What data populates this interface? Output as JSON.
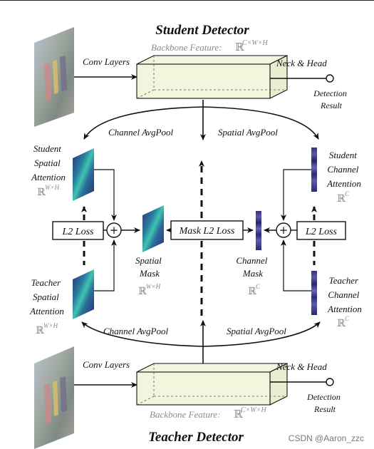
{
  "student": {
    "title": "Student Detector",
    "backbone_label": "Backbone Feature:",
    "backbone_space": "ℝ",
    "backbone_dims": "C×W×H",
    "conv_layers": "Conv Layers",
    "neck_head": "Neck & Head",
    "detection_result": [
      "Detection",
      "Result"
    ],
    "channel_avgpool": "Channel AvgPool",
    "spatial_avgpool": "Spatial AvgPool",
    "spatial_attention": {
      "lines": [
        "Student",
        "Spatial",
        "Attention"
      ],
      "space": "ℝ",
      "dims": "W×H"
    },
    "channel_attention": {
      "lines": [
        "Student",
        "Channel",
        "Attention"
      ],
      "space": "ℝ",
      "dims": "C"
    }
  },
  "teacher": {
    "title": "Teacher Detector",
    "backbone_label": "Backbone Feature:",
    "backbone_space": "ℝ",
    "backbone_dims": "C×W×H",
    "conv_layers": "Conv Layers",
    "neck_head": "Neck & Head",
    "detection_result": [
      "Detection",
      "Result"
    ],
    "channel_avgpool": "Channel AvgPool",
    "spatial_avgpool": "Spatial AvgPool",
    "spatial_attention": {
      "lines": [
        "Teacher",
        "Spatial",
        "Attention"
      ],
      "space": "ℝ",
      "dims": "W×H"
    },
    "channel_attention": {
      "lines": [
        "Teacher",
        "Channel",
        "Attention"
      ],
      "space": "ℝ",
      "dims": "C"
    }
  },
  "losses": {
    "left": "L2 Loss",
    "right": "L2 Loss",
    "center": "Mask L2 Loss",
    "plus": "+"
  },
  "masks": {
    "spatial": {
      "lines": [
        "Spatial",
        "Mask"
      ],
      "space": "ℝ",
      "dims": "W×H"
    },
    "channel": {
      "lines": [
        "Channel",
        "Mask"
      ],
      "space": "ℝ",
      "dims": "C"
    }
  },
  "watermark": "CSDN @Aaron_zzc",
  "colors": {
    "backbone_fill": "#f2f6dc",
    "heatmap_dark": "#2b2a6e",
    "heatmap_mid": "#2a7fa0",
    "heatmap_bright": "#3fc4b0",
    "line": "#111111"
  }
}
